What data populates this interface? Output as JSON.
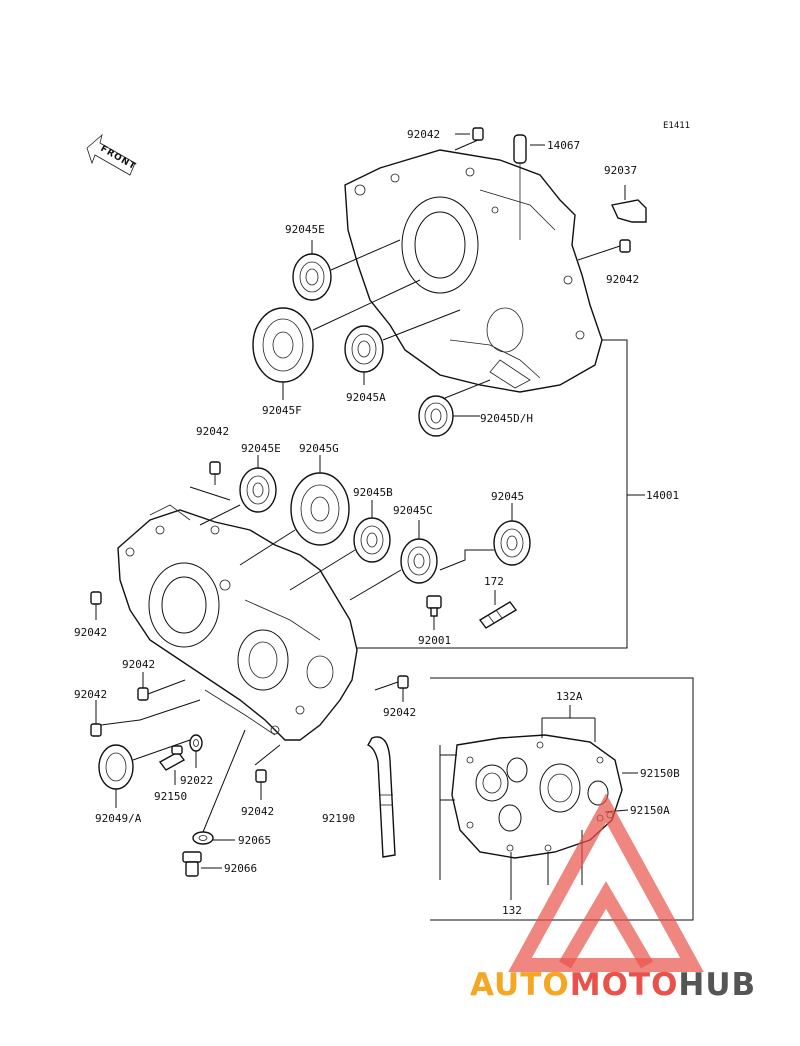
{
  "diagram_code": "E1411",
  "front_label": "FRONT",
  "parts": {
    "p92042_top": "92042",
    "p14067": "14067",
    "p92037": "92037",
    "p92042_r": "92042",
    "p92045E_top": "92045E",
    "p92045F": "92045F",
    "p92045A": "92045A",
    "p92045DH": "92045D/H",
    "p14001": "14001",
    "p92042_l1": "92042",
    "p92045E_b": "92045E",
    "p92045G": "92045G",
    "p92045B": "92045B",
    "p92045C": "92045C",
    "p92045": "92045",
    "p172": "172",
    "p92001": "92001",
    "p92042_l2": "92042",
    "p92042_l3": "92042",
    "p92042_l4": "92042",
    "p92042_l5": "92042",
    "p132A": "132A",
    "p92150B": "92150B",
    "p92150A": "92150A",
    "p132": "132",
    "p92049A": "92049/A",
    "p92150": "92150",
    "p92022": "92022",
    "p92042_b": "92042",
    "p92065": "92065",
    "p92066": "92066",
    "p92190": "92190"
  },
  "watermark": {
    "part1": "AUTO",
    "part2": "MOTO",
    "part3": "HUB",
    "color1": "#f5a623",
    "color2": "#e8524a",
    "color3": "#555555"
  }
}
